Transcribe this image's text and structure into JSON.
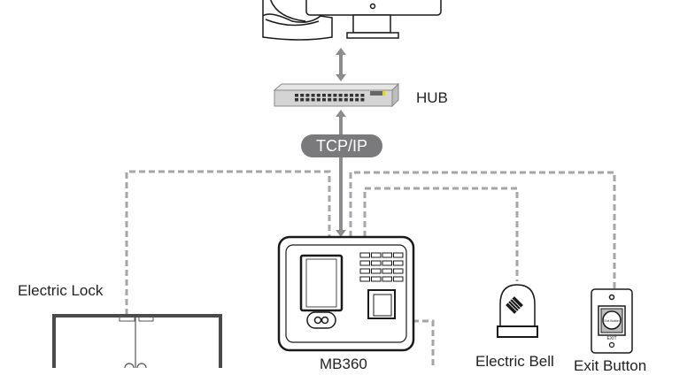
{
  "diagram": {
    "type": "network-wiring",
    "nodes": {
      "computer": {
        "icon": "computer-icon"
      },
      "hub": {
        "label": "HUB",
        "icon": "network-switch-icon"
      },
      "device": {
        "label": "MB360",
        "icon": "time-attendance-terminal-icon"
      },
      "lock": {
        "label": "Electric Lock",
        "icon": "door-lock-icon"
      },
      "bell": {
        "label": "Electric Bell",
        "icon": "bell-icon"
      },
      "exit": {
        "label": "Exit Button",
        "icon": "exit-button-icon"
      }
    },
    "connection": {
      "label": "TCP/IP"
    },
    "colors": {
      "line": "#a6a6a8",
      "arrow": "#8c8c8e",
      "pill": "#7a7a7c",
      "outline": "#1a1a1a",
      "door": "#4a4a4a"
    }
  }
}
